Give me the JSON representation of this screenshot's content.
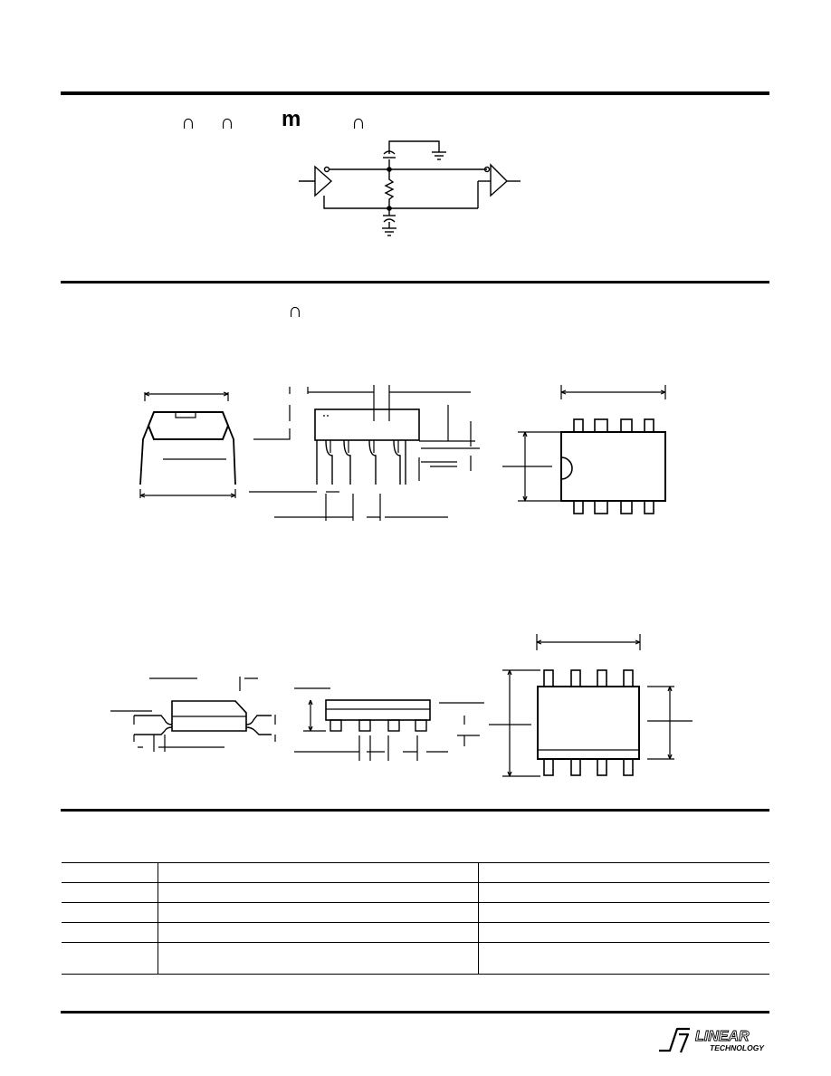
{
  "header_glyphs": [
    "∩",
    "∩",
    "m",
    "∩"
  ],
  "section2_glyph": "∩",
  "table": {
    "rows": [
      [
        "",
        "",
        ""
      ],
      [
        "",
        "",
        ""
      ],
      [
        "",
        "",
        ""
      ],
      [
        "",
        "",
        ""
      ],
      [
        "",
        "",
        ""
      ]
    ]
  },
  "logo": {
    "word1": "LINEAR",
    "word2": "TECHNOLOGY",
    "mark": "LT"
  }
}
